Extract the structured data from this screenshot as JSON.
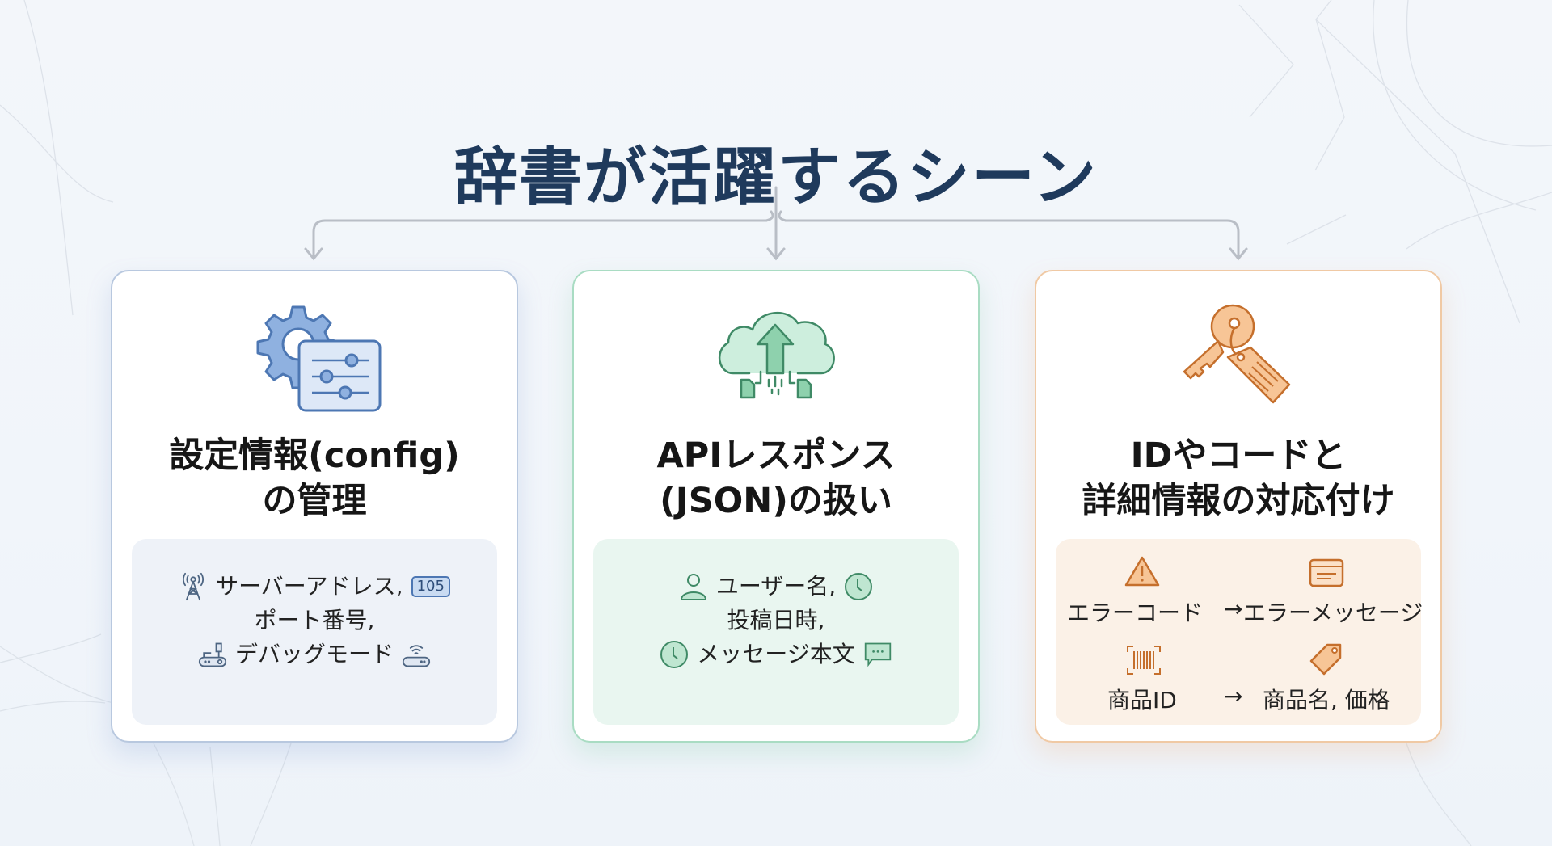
{
  "title": "辞書が活躍するシーン",
  "colors": {
    "title": "#1f3a5c",
    "connector": "#b9bec6",
    "blue_accent": "#5b86c4",
    "green_accent": "#4fa880",
    "orange_accent": "#d98a4a"
  },
  "cards": [
    {
      "theme": "blue",
      "icon": "gear-settings-icon",
      "title_line1": "設定情報(config)",
      "title_line2": "の管理",
      "details": {
        "line1_text": "サーバーアドレス,",
        "line1_icon_left": "antenna-tower-icon",
        "line1_icon_right_label": "105",
        "line1_icon_right": "number-badge-icon",
        "line2_text": "ポート番号,",
        "line3_text": "デバッグモード",
        "line3_icon_left": "router-device-icon",
        "line3_icon_right": "wifi-router-icon"
      }
    },
    {
      "theme": "green",
      "icon": "cloud-upload-icon",
      "title_line1": "APIレスポンス",
      "title_line2": "(JSON)の扱い",
      "details": {
        "line1_text": "ユーザー名,",
        "line1_icon_left": "user-icon",
        "line1_icon_right": "clock-icon",
        "line2_text": "投稿日時,",
        "line3_text": "メッセージ本文",
        "line3_icon_left": "clock-icon",
        "line3_icon_right": "chat-bubble-icon"
      }
    },
    {
      "theme": "orange",
      "icon": "key-tag-icon",
      "title_line1": "IDやコードと",
      "title_line2": "詳細情報の対応付け",
      "mappings": [
        {
          "from": "エラーコード",
          "arrow": "→",
          "to": "エラーメッセージ",
          "from_icon": "warning-icon",
          "to_icon": "message-window-icon"
        },
        {
          "from": "商品ID",
          "arrow": "→",
          "to": "商品名, 価格",
          "from_icon": "barcode-icon",
          "to_icon": "price-tag-icon"
        }
      ]
    }
  ]
}
